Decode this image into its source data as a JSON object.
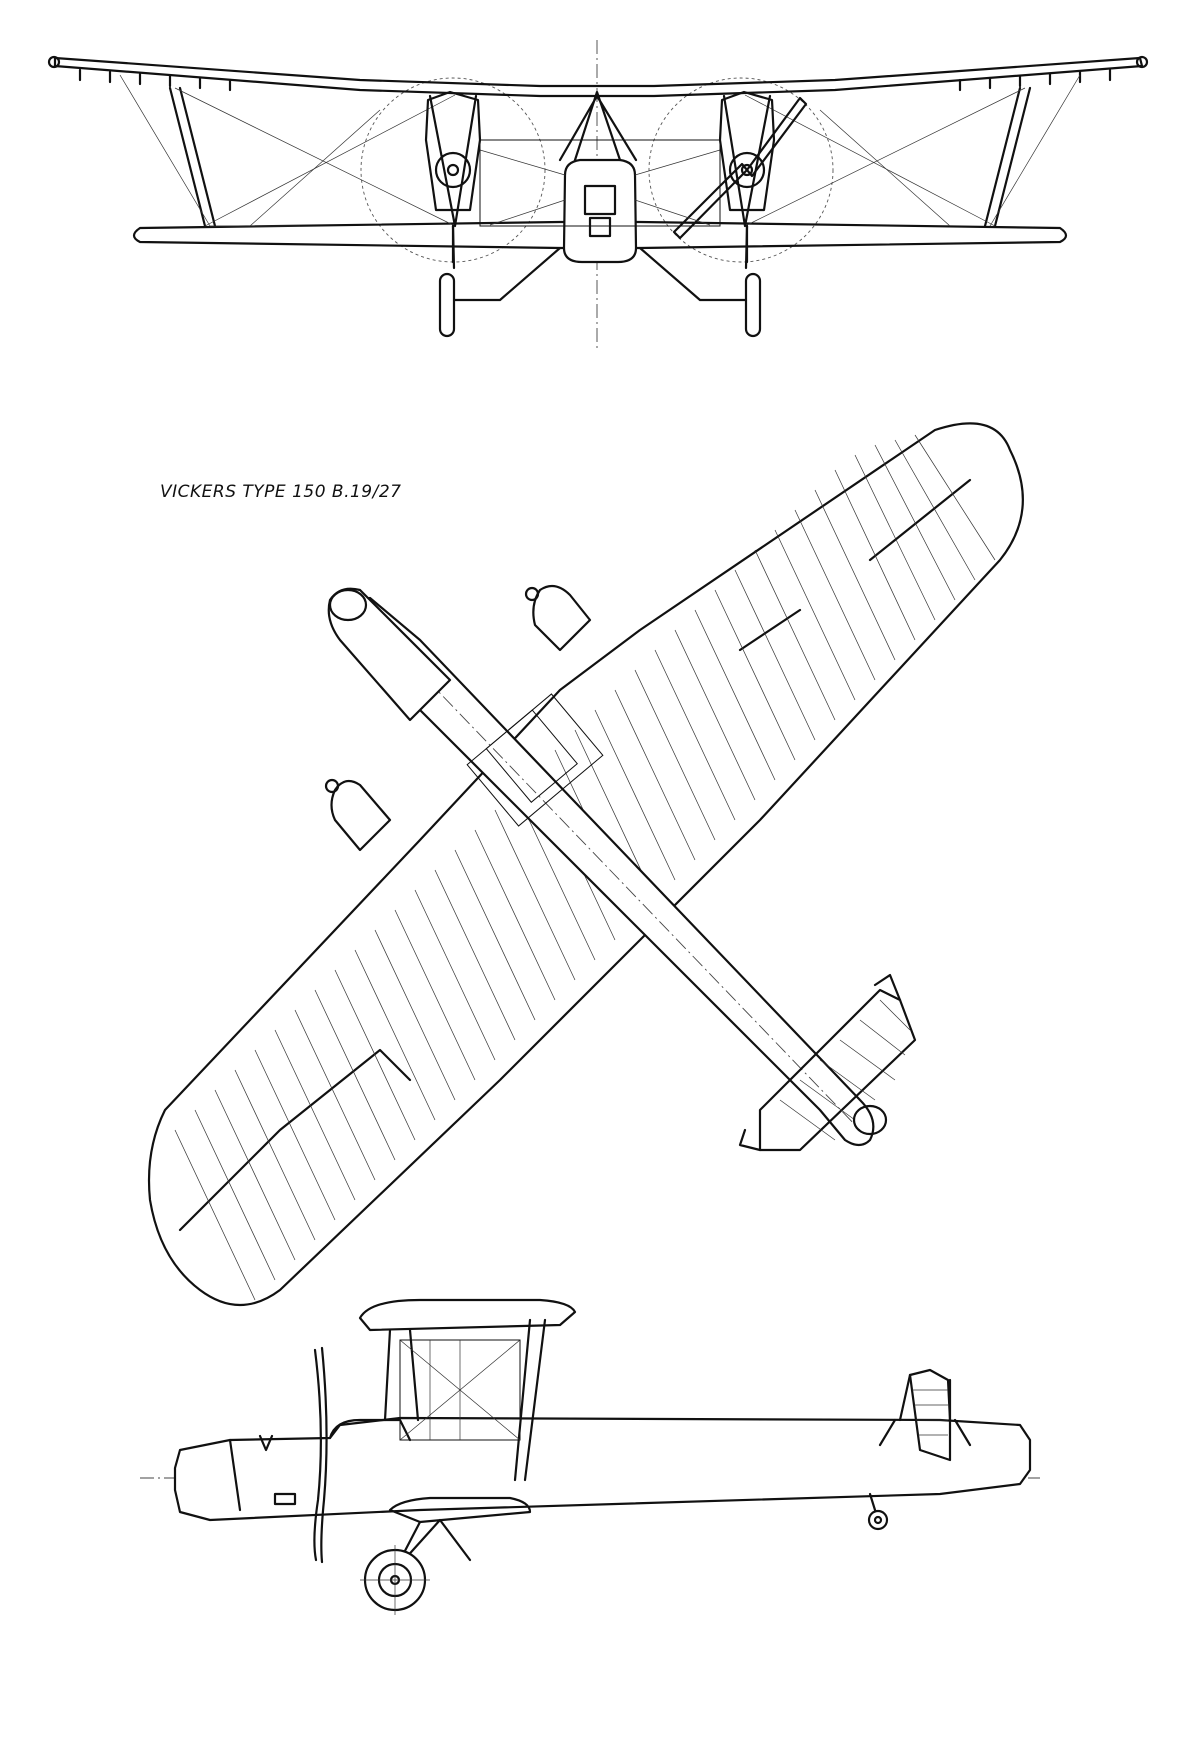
{
  "drawing": {
    "title": "VICKERS TYPE 150  B.19/27",
    "views": [
      "front-view",
      "plan-view",
      "side-view"
    ]
  }
}
